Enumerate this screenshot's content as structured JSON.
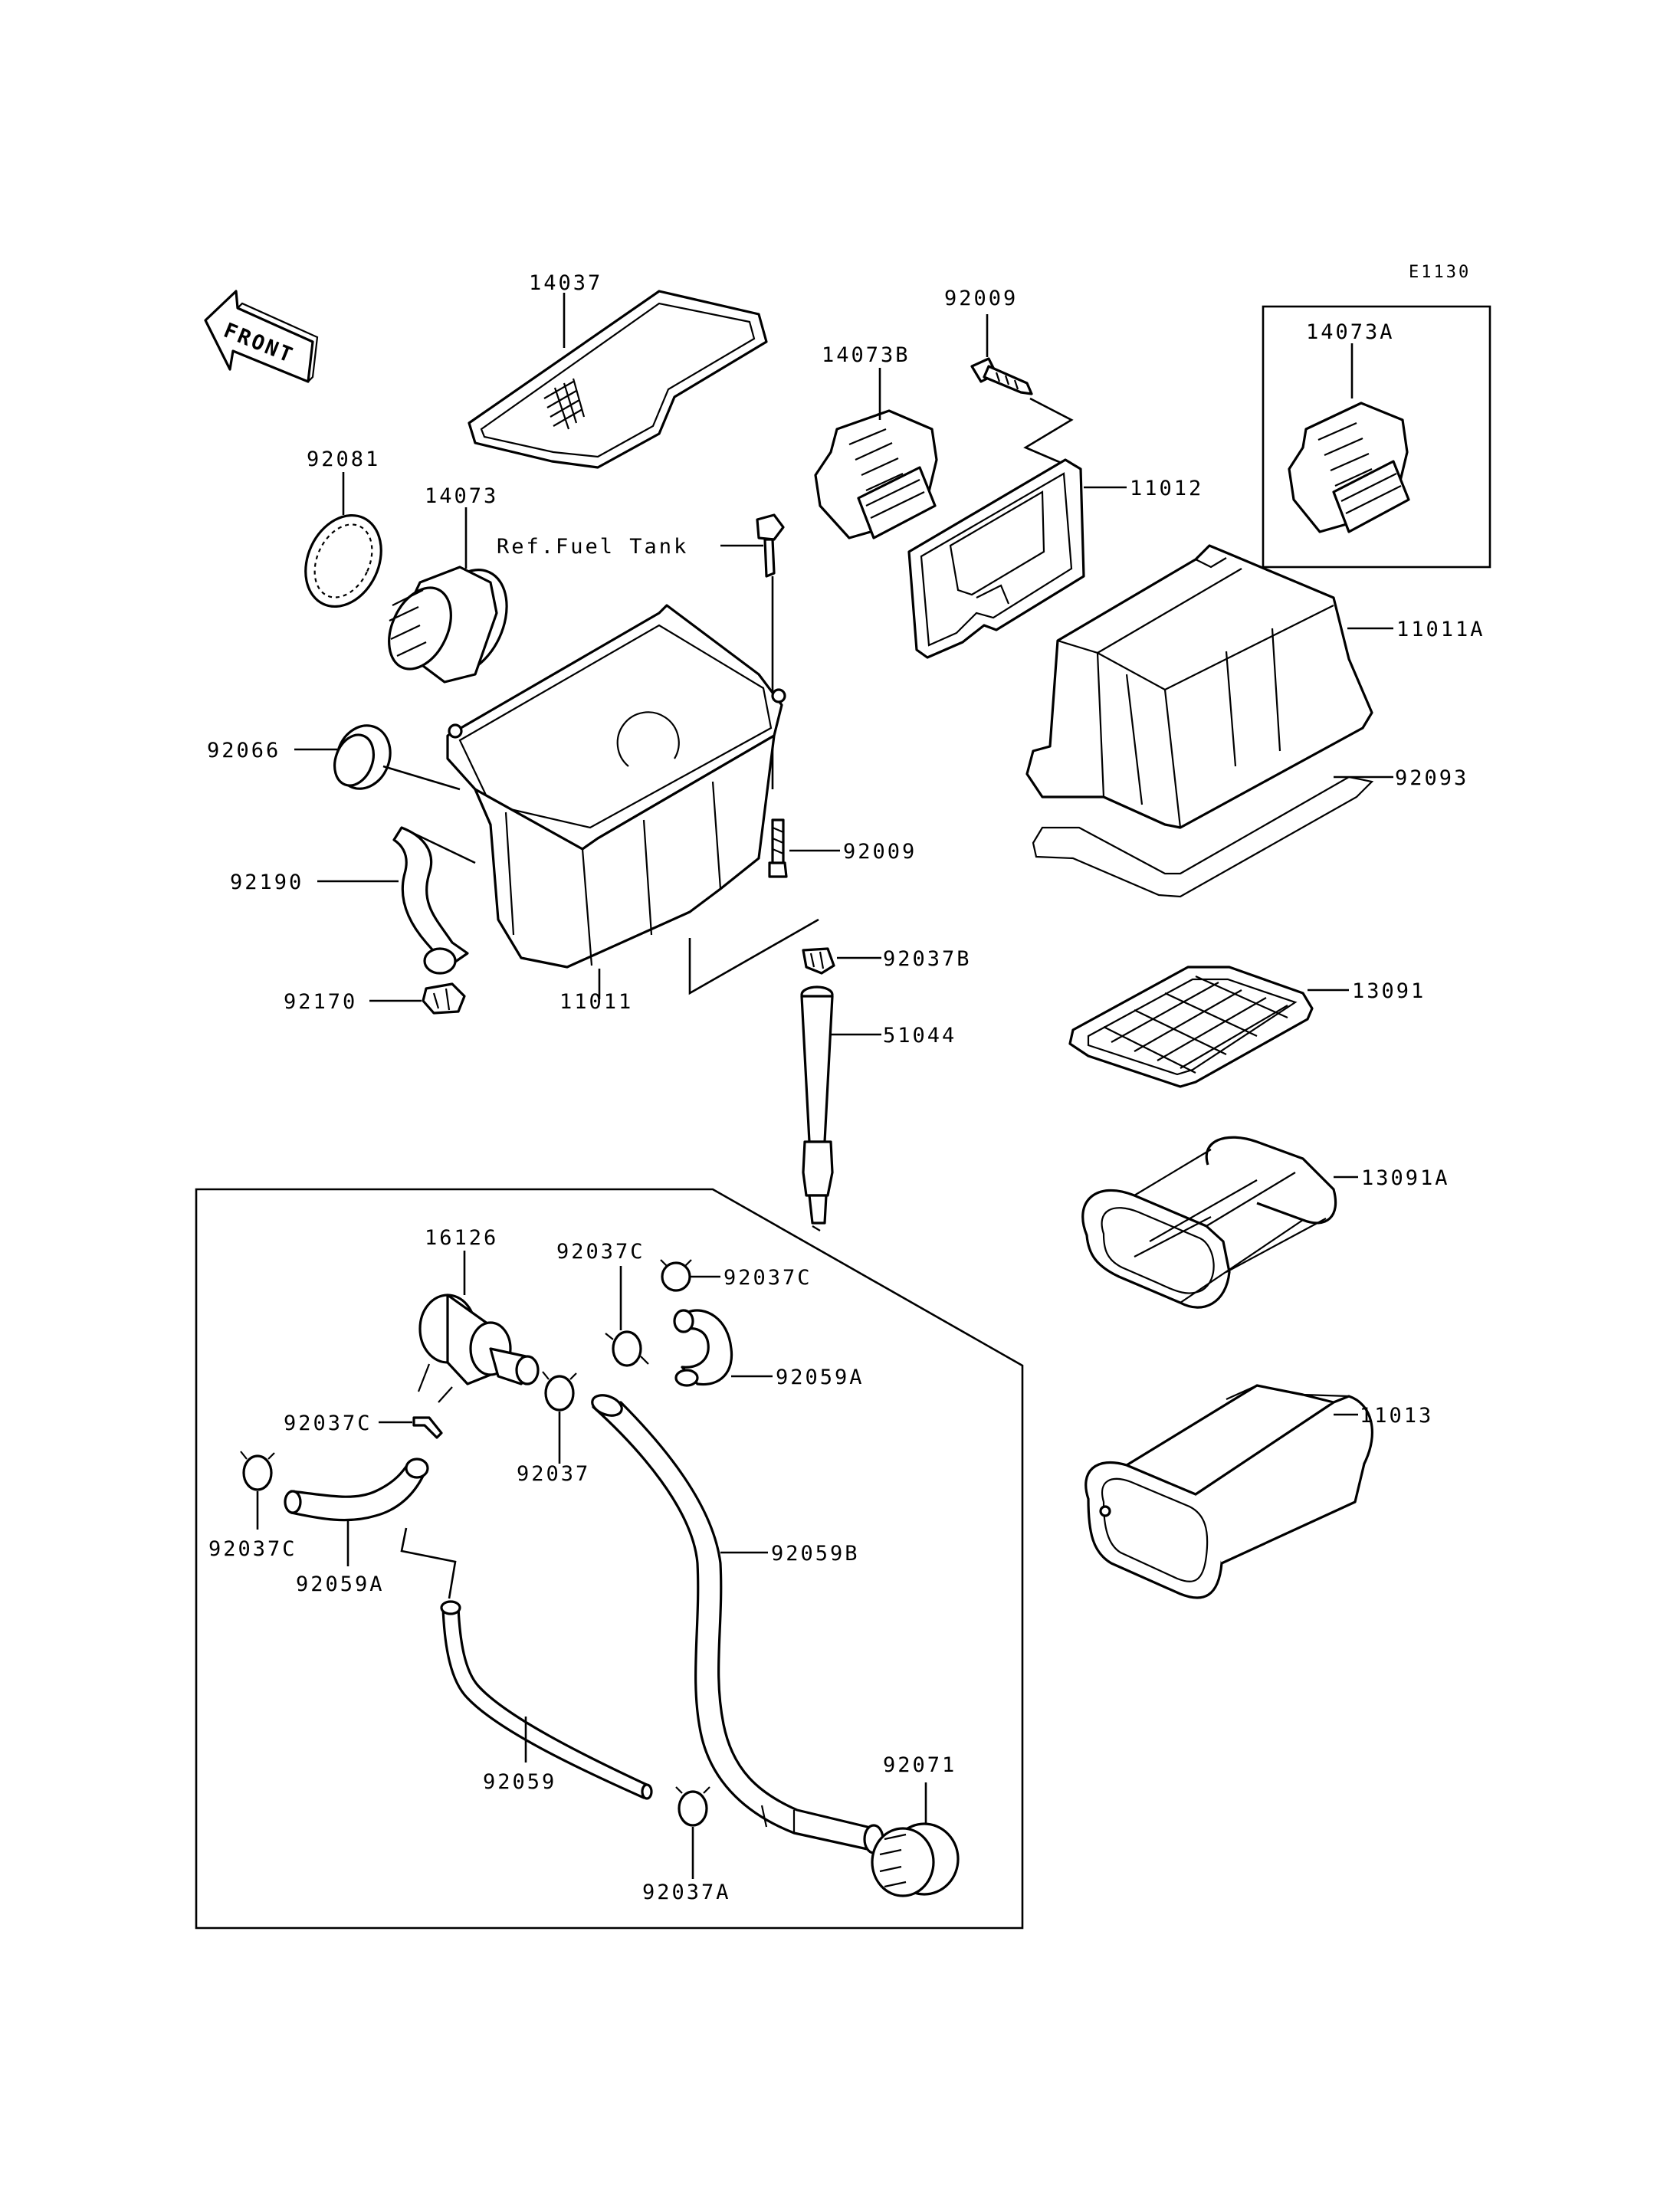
{
  "diagram_code": "E1130",
  "front_label": "FRONT",
  "reference_label": "Ref.Fuel Tank",
  "parts": {
    "p14037": "14037",
    "p92081": "92081",
    "p14073": "14073",
    "p14073B": "14073B",
    "p92009_top": "92009",
    "p11012": "11012",
    "p14073A": "14073A",
    "p11011A": "11011A",
    "p92066": "92066",
    "p92093": "92093",
    "p92190": "92190",
    "p92009_mid": "92009",
    "p92037B": "92037B",
    "p92170": "92170",
    "p11011": "11011",
    "p51044": "51044",
    "p13091": "13091",
    "p13091A": "13091A",
    "p16126": "16126",
    "p92037C_a": "92037C",
    "p92037C_b": "92037C",
    "p92059A_top": "92059A",
    "p92037C_c": "92037C",
    "p92037": "92037",
    "p92037C_d": "92037C",
    "p92059A_low": "92059A",
    "p92059B": "92059B",
    "p11013": "11013",
    "p92059": "92059",
    "p92071": "92071",
    "p92037A": "92037A"
  }
}
